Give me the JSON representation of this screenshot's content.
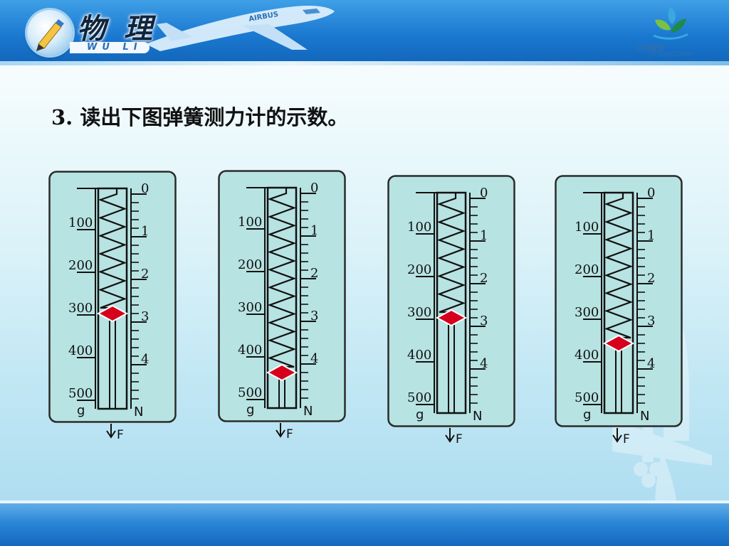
{
  "header": {
    "subject_title": "物 理",
    "subject_pinyin": "WU LI",
    "brand_name": "东田教育",
    "brand_name_en": "DT EDUCATION",
    "plane_text": "AIRBUS"
  },
  "question": {
    "number": "3.",
    "text": "读出下图弹簧测力计的示数。"
  },
  "scale": {
    "gram_ticks": [
      "100",
      "200",
      "300",
      "400",
      "500"
    ],
    "newton_ticks": [
      "0",
      "1",
      "2",
      "3",
      "4"
    ],
    "gram_unit": "g",
    "newton_unit": "N",
    "force_label": "F"
  },
  "meters": [
    {
      "reading_newtons": 2.8
    },
    {
      "reading_newtons": 4.2
    },
    {
      "reading_newtons": 2.8
    },
    {
      "reading_newtons": 3.4
    }
  ],
  "colors": {
    "meter_face": "#b7e3e2",
    "meter_border": "#2b2b2b",
    "pointer": "#d6001c",
    "header_blue": "#1a78d0"
  }
}
